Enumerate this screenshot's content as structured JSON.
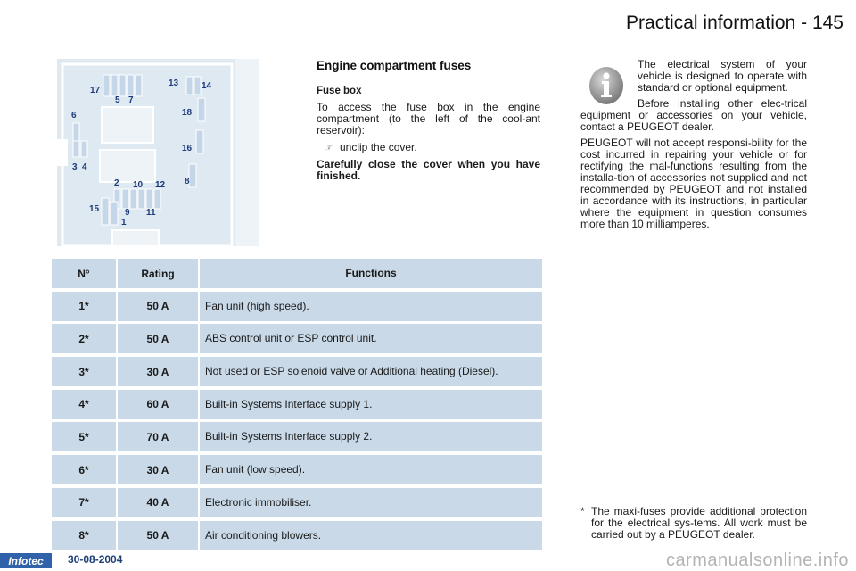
{
  "header": {
    "title": "Practical information - 145"
  },
  "diagram": {
    "fuse_labels": [
      "17",
      "5",
      "7",
      "13",
      "14",
      "6",
      "18",
      "16",
      "3",
      "4",
      "8",
      "2",
      "10",
      "12",
      "15",
      "9",
      "11",
      "1"
    ]
  },
  "section": {
    "title": "Engine compartment fuses",
    "subtitle": "Fuse box",
    "intro": "To access the fuse box in the engine compartment (to the left of the cool-ant reservoir):",
    "step_symbol": "☞",
    "step": "unclip the cover.",
    "warning": "Carefully close the cover when you have finished."
  },
  "info": {
    "icon": "info-icon",
    "para1": "The electrical system of your vehicle is designed to operate with standard or optional equipment.",
    "para2": "Before installing other elec-trical equipment or accessories on your vehicle, contact a PEUGEOT dealer.",
    "para3": "PEUGEOT will not accept responsi-bility for the cost incurred in repairing your vehicle or for rectifying the mal-functions resulting from the installa-tion of accessories not supplied and not recommended by PEUGEOT and not installed in accordance with its instructions, in particular where the equipment in question consumes more than 10 milliamperes."
  },
  "table": {
    "headers": {
      "no": "N°",
      "rating": "Rating",
      "functions": "Functions"
    },
    "rows": [
      {
        "no": "1*",
        "rating": "50 A",
        "function": "Fan unit (high speed)."
      },
      {
        "no": "2*",
        "rating": "50 A",
        "function": "ABS control unit or ESP control unit."
      },
      {
        "no": "3*",
        "rating": "30 A",
        "function": "Not used or ESP solenoid valve or Additional heating (Diesel)."
      },
      {
        "no": "4*",
        "rating": "60 A",
        "function": "Built-in Systems Interface supply 1."
      },
      {
        "no": "5*",
        "rating": "70 A",
        "function": "Built-in Systems Interface supply 2."
      },
      {
        "no": "6*",
        "rating": "30 A",
        "function": "Fan unit (low speed)."
      },
      {
        "no": "7*",
        "rating": "40 A",
        "function": "Electronic immobiliser."
      },
      {
        "no": "8*",
        "rating": "50 A",
        "function": "Air conditioning blowers."
      }
    ]
  },
  "footnote": {
    "star": "*",
    "text": "The maxi-fuses provide additional protection for the electrical sys-tems. All work must be carried out by a PEUGEOT dealer."
  },
  "footer": {
    "logo": "Infotec",
    "date": "30-08-2004",
    "watermark": "carmanualsonline.info"
  },
  "colors": {
    "table_cell": "#c9d9e8",
    "diagram_bg": "#dfe9f2",
    "footer_bar": "#2f62a8"
  }
}
